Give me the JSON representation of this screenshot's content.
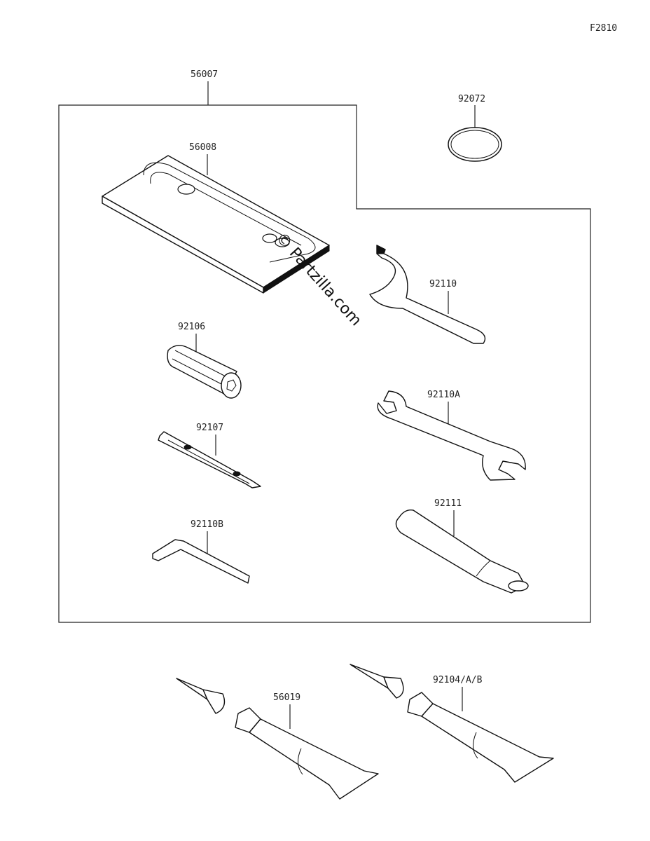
{
  "figure_code": "F2810",
  "parts": {
    "case": "56007",
    "pouch": "56008",
    "o_ring": "92072",
    "hook_spanner": "92110",
    "socket": "92106",
    "driver": "92107",
    "open_wrench": "92110A",
    "hex_key": "92110B",
    "handle": "92111",
    "grease_small": "56019",
    "grease_large": "92104/A/B"
  },
  "watermark": "© Partzilla.com"
}
